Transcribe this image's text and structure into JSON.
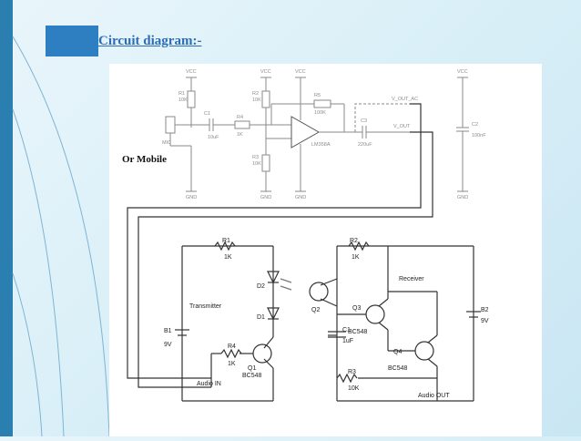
{
  "slide": {
    "title": "Circuit diagram:-"
  },
  "annotation": {
    "mobile_label": "Or Mobile"
  },
  "upper_circuit": {
    "vcc": "VCC",
    "gnd": "GND",
    "mic": "MIC",
    "r1": "R1",
    "r1_val": "10K",
    "c1": "C1",
    "c1_val": "10uF",
    "r4": "R4",
    "r4_val": "1K",
    "r2": "R2",
    "r2_val": "10K",
    "r3": "R3",
    "r3_val": "10K",
    "r5": "R5",
    "r5_val": "100K",
    "ic": "LM358A",
    "c3": "C3",
    "c3_val": "220uF",
    "c2": "C2",
    "c2_val": "100nF",
    "vout_ac": "V_OUT_AC",
    "vout": "V_OUT"
  },
  "lower_circuit": {
    "transmitter": "Transmitter",
    "receiver": "Receiver",
    "r1": "R1",
    "r1_val": "1K",
    "r2": "R2",
    "r2_val": "1K",
    "r3": "R3",
    "r3_val": "10K",
    "r4": "R4",
    "r4_val": "1K",
    "d1": "D1",
    "d2": "D2",
    "b1": "B1",
    "b1_val": "9V",
    "b2": "B2",
    "b2_val": "9V",
    "q1": "Q1",
    "q1_val": "BC548",
    "q2": "Q2",
    "q3": "Q3",
    "q3_val": "BC548",
    "q4": "Q4",
    "q4_val": "BC548",
    "c1": "C1",
    "c1_val": "1uF",
    "audio_in": "Audio IN",
    "audio_out": "Audio OUT"
  }
}
